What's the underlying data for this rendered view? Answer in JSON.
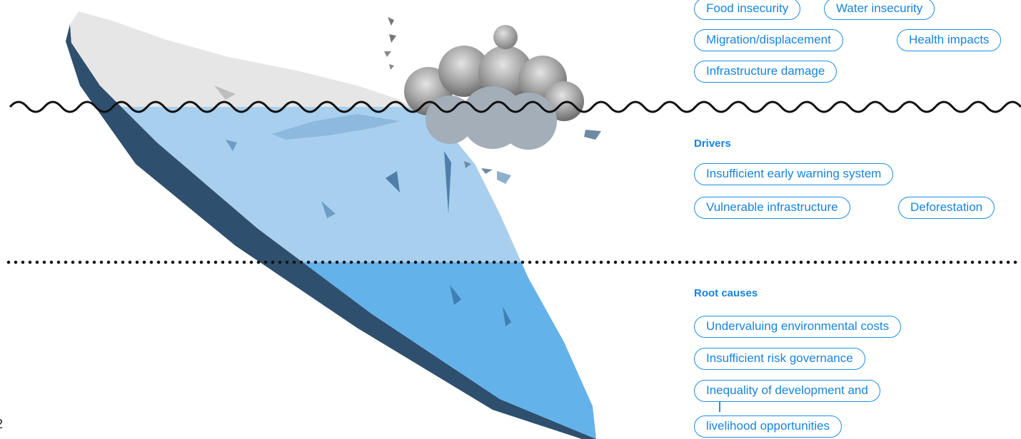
{
  "impacts": {
    "items": [
      "Food insecurity",
      "Water insecurity",
      "Migration/displacement",
      "Health impacts",
      "Infrastructure damage"
    ]
  },
  "drivers": {
    "heading": "Drivers",
    "items": [
      "Insufficient early warning system",
      "Vulnerable infrastructure",
      "Deforestation"
    ]
  },
  "root_causes": {
    "heading": "Root causes",
    "items": [
      "Undervaluing environmental costs",
      "Insufficient risk governance",
      "Inequality of development and",
      "livelihood opportunities"
    ]
  },
  "page_number": "2",
  "colors": {
    "accent": "#1684e0",
    "ice_above": "#e6e6e6",
    "ice_mid": "#a8cfee",
    "ice_deep": "#64b2ea",
    "ice_edge": "#3a6f9a",
    "cloud": "#9a9a9a"
  }
}
